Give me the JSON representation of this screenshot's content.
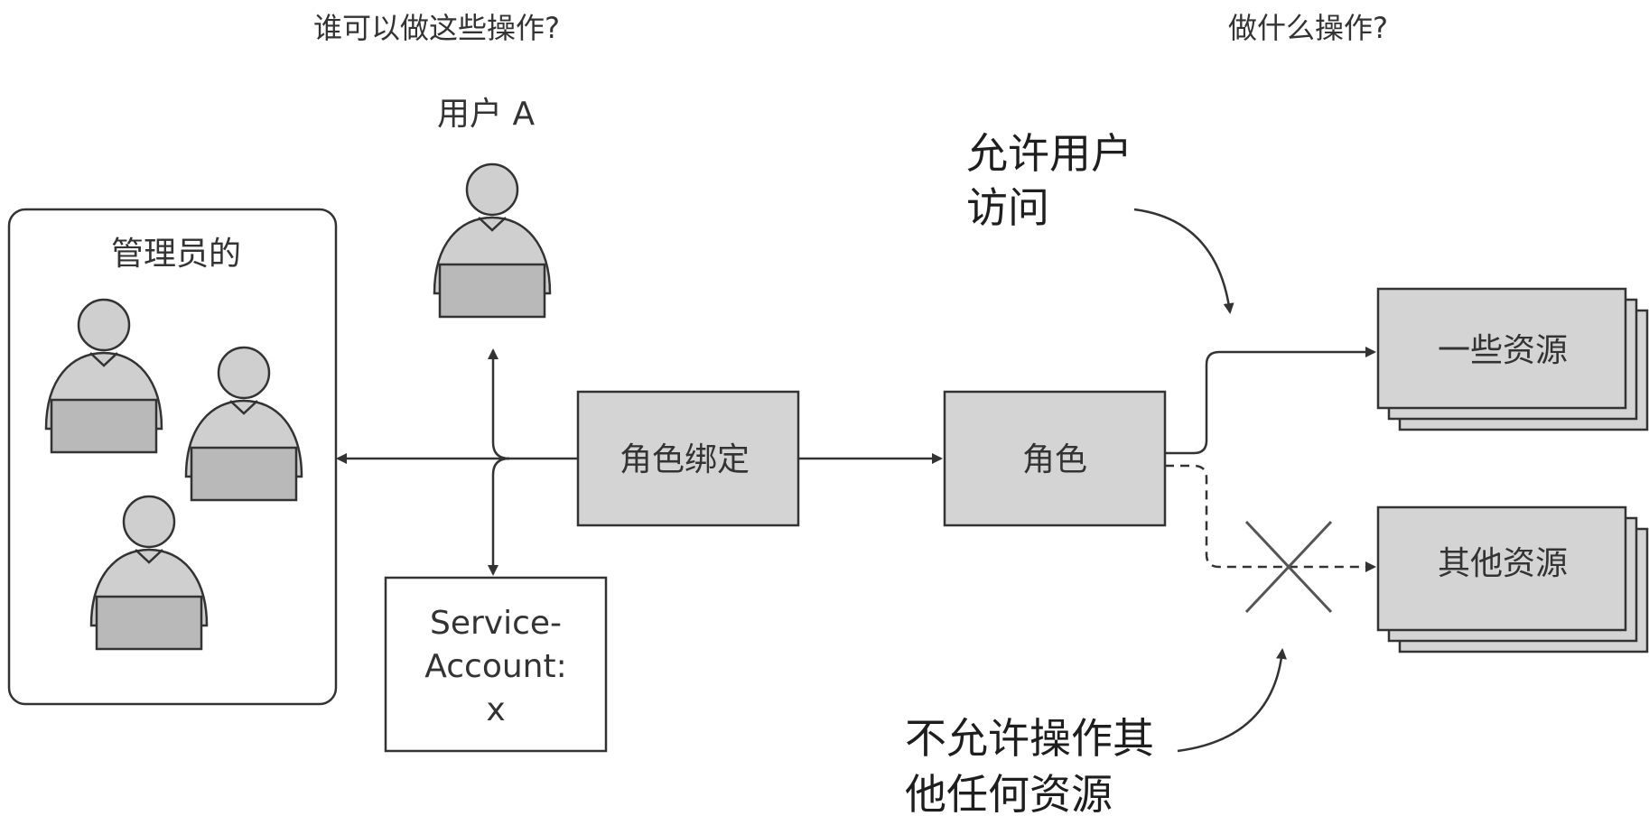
{
  "headers": {
    "who": "谁可以做这些操作?",
    "what": "做什么操作?"
  },
  "admins": {
    "label": "管理员的"
  },
  "user_a": {
    "label": "用户 A"
  },
  "service_account": {
    "line1": "Service-",
    "line2": "Account:",
    "line3": "x"
  },
  "role_binding": {
    "label": "角色绑定"
  },
  "role": {
    "label": "角色"
  },
  "resources": {
    "some": "一些资源",
    "other": "其他资源"
  },
  "annotations": {
    "allow_line1": "允许用户",
    "allow_line2": "访问",
    "deny_line1": "不允许操作其",
    "deny_line2": "他任何资源"
  },
  "colors": {
    "shaded_box": "#d4d4d4",
    "person": "#cfcfcf",
    "laptop": "#b9b9b9",
    "stroke": "#333333"
  }
}
